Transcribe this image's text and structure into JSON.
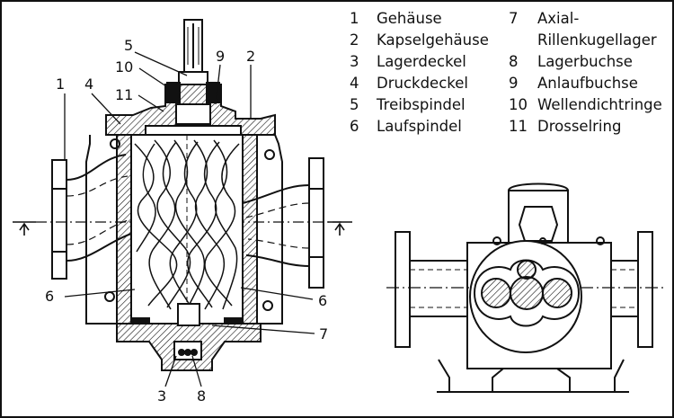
{
  "legend": {
    "col1": [
      {
        "num": "1",
        "label": "Gehäuse"
      },
      {
        "num": "2",
        "label": "Kapselgehäuse"
      },
      {
        "num": "3",
        "label": "Lagerdeckel"
      },
      {
        "num": "4",
        "label": "Druckdeckel"
      },
      {
        "num": "5",
        "label": "Treibspindel"
      },
      {
        "num": "6",
        "label": "Laufspindel"
      }
    ],
    "col2": [
      {
        "num": "7",
        "label": "Axial-",
        "label2": "Rillenkugellager"
      },
      {
        "num": "8",
        "label": "Lagerbuchse"
      },
      {
        "num": "9",
        "label": "Anlaufbuchse"
      },
      {
        "num": "10",
        "label": "Wellendichtringe"
      },
      {
        "num": "11",
        "label": "Drosselring"
      }
    ]
  },
  "callouts": {
    "c1": "1",
    "c2": "2",
    "c3": "3",
    "c4": "4",
    "c5": "5",
    "c6_left": "6",
    "c6_right": "6",
    "c7": "7",
    "c8": "8",
    "c9": "9",
    "c10": "10",
    "c11": "11"
  }
}
